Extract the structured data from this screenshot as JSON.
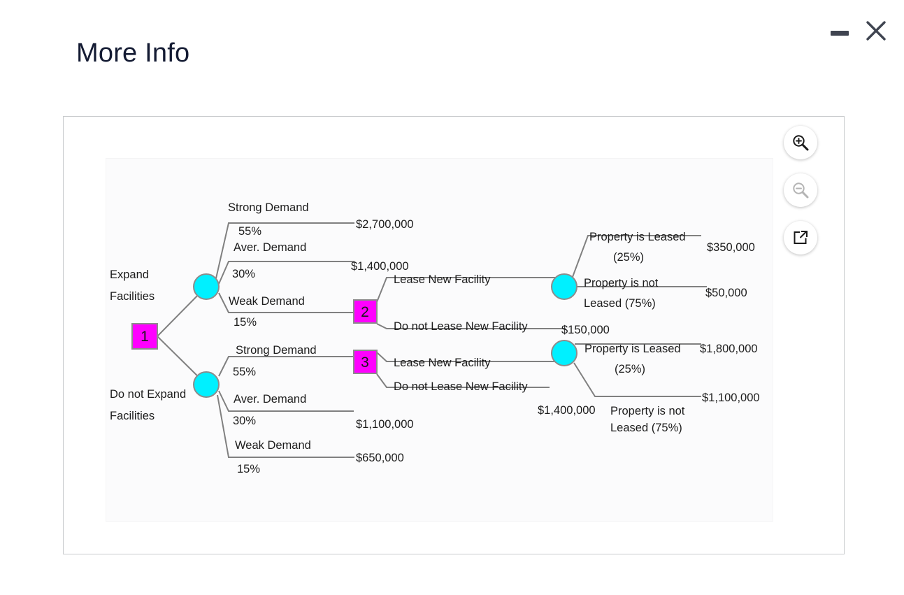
{
  "window": {
    "title": "More Info",
    "minimize_label": "Minimize",
    "close_label": "Close"
  },
  "toolbar": {
    "zoom_in_label": "Zoom In",
    "zoom_out_label": "Zoom Out",
    "open_external_label": "Open in New Window"
  },
  "chart_data": {
    "type": "diagram",
    "diagram_type": "decision-tree",
    "title": "More Info",
    "nodes": [
      {
        "id": "1",
        "label": "1",
        "kind": "decision",
        "shape": "square",
        "color": "#ff00ff"
      },
      {
        "id": "2",
        "label": "2",
        "kind": "decision",
        "shape": "square",
        "color": "#ff00ff"
      },
      {
        "id": "3",
        "label": "3",
        "kind": "decision",
        "shape": "square",
        "color": "#ff00ff"
      },
      {
        "id": "c1",
        "label": "",
        "kind": "chance",
        "shape": "circle",
        "color": "#00f0ff"
      },
      {
        "id": "c2",
        "label": "",
        "kind": "chance",
        "shape": "circle",
        "color": "#00f0ff"
      },
      {
        "id": "c3",
        "label": "",
        "kind": "chance",
        "shape": "circle",
        "color": "#00f0ff"
      },
      {
        "id": "c4",
        "label": "",
        "kind": "chance",
        "shape": "circle",
        "color": "#00f0ff"
      }
    ],
    "labels": {
      "expand_line1": "Expand",
      "expand_line2": "Facilities",
      "do_not_expand_line1": "Do not Expand",
      "do_not_expand_line2": "Facilities",
      "strong_demand_top": "Strong Demand",
      "strong_pct_top": "55%",
      "aver_demand_top": "Aver. Demand",
      "aver_pct_top": "30%",
      "weak_demand_top": "Weak Demand",
      "weak_pct_top": "15%",
      "strong_demand_bottom": "Strong Demand",
      "strong_pct_bottom": "55%",
      "aver_demand_bottom": "Aver. Demand",
      "aver_pct_bottom": "30%",
      "weak_demand_bottom": "Weak Demand",
      "weak_pct_bottom": "15%",
      "lease_top": "Lease New Facility",
      "do_not_lease_top": "Do not Lease New Facility",
      "lease_bottom": "Lease New Facility",
      "do_not_lease_bottom": "Do not Lease New Facility",
      "property_leased_top": "Property is Leased",
      "property_leased_pct_top": "(25%)",
      "property_not_leased_top_l1": "Property is not",
      "property_not_leased_top_l2": "Leased (75%)",
      "property_leased_bottom": "Property is Leased",
      "property_leased_pct_bottom": "(25%)",
      "property_not_leased_bottom_l1": "Property is not",
      "property_not_leased_bottom_l2": "Leased (75%)"
    },
    "values": {
      "strong_top": "$2,700,000",
      "aver_top": "$1,400,000",
      "do_not_lease_top": "$150,000",
      "leased_top": "$350,000",
      "not_leased_top": "$50,000",
      "leased_bottom": "$1,800,000",
      "not_leased_bottom": "$1,100,000",
      "do_not_lease_bottom": "$1,400,000",
      "aver_bottom": "$1,100,000",
      "weak_bottom": "$650,000"
    },
    "branches": [
      {
        "from": "1",
        "to": "c1",
        "label": "Expand Facilities"
      },
      {
        "from": "1",
        "to": "c2",
        "label": "Do not Expand Facilities"
      },
      {
        "from": "c1",
        "label": "Strong Demand",
        "probability": "55%",
        "payoff": "$2,700,000"
      },
      {
        "from": "c1",
        "label": "Aver. Demand",
        "probability": "30%",
        "payoff": "$1,400,000"
      },
      {
        "from": "c1",
        "to": "2",
        "label": "Weak Demand",
        "probability": "15%"
      },
      {
        "from": "2",
        "to": "c3",
        "label": "Lease New Facility"
      },
      {
        "from": "2",
        "label": "Do not Lease New Facility",
        "payoff": "$150,000"
      },
      {
        "from": "c3",
        "label": "Property is Leased (25%)",
        "probability": "25%",
        "payoff": "$350,000"
      },
      {
        "from": "c3",
        "label": "Property is not Leased (75%)",
        "probability": "75%",
        "payoff": "$50,000"
      },
      {
        "from": "c2",
        "to": "3",
        "label": "Strong Demand",
        "probability": "55%"
      },
      {
        "from": "c2",
        "label": "Aver. Demand",
        "probability": "30%",
        "payoff": "$1,100,000"
      },
      {
        "from": "c2",
        "label": "Weak Demand",
        "probability": "15%",
        "payoff": "$650,000"
      },
      {
        "from": "3",
        "to": "c4",
        "label": "Lease New Facility"
      },
      {
        "from": "3",
        "label": "Do not Lease New Facility",
        "payoff": "$1,400,000"
      },
      {
        "from": "c4",
        "label": "Property is Leased (25%)",
        "probability": "25%",
        "payoff": "$1,800,000"
      },
      {
        "from": "c4",
        "label": "Property is not Leased (75%)",
        "probability": "75%",
        "payoff": "$1,100,000"
      }
    ]
  }
}
